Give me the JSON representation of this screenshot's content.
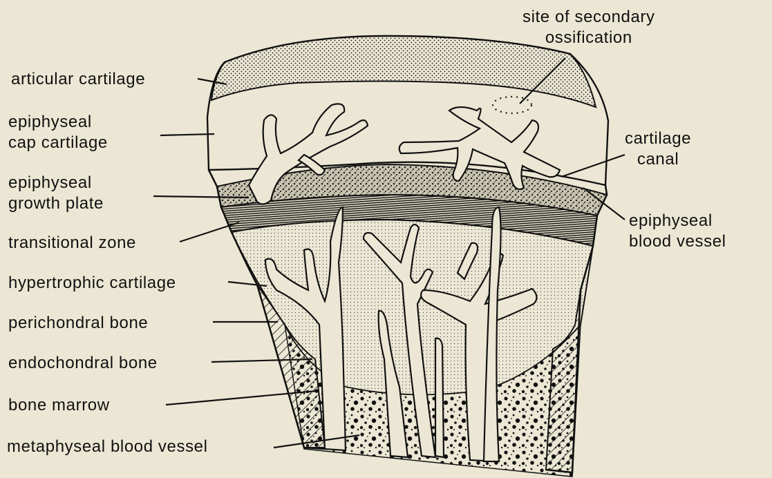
{
  "labels": {
    "articular_cartilage": "articular cartilage",
    "epiphyseal_cap_cartilage": [
      "epiphyseal",
      "cap cartilage"
    ],
    "epiphyseal_growth_plate": [
      "epiphyseal",
      "growth plate"
    ],
    "transitional_zone": "transitional zone",
    "hypertrophic_cartilage": "hypertrophic cartilage",
    "perichondral_bone": "perichondral bone",
    "endochondral_bone": "endochondral bone",
    "bone_marrow": "bone marrow",
    "metaphyseal_blood_vessel": "metaphyseal blood vessel",
    "site_of_secondary_ossification": [
      "site of secondary",
      "ossification"
    ],
    "cartilage_canal": [
      "cartilage",
      "canal"
    ],
    "epiphyseal_blood_vessel": [
      "epiphyseal",
      "blood vessel"
    ]
  },
  "colors": {
    "background": "#ebe7d4",
    "ink": "#111111"
  }
}
